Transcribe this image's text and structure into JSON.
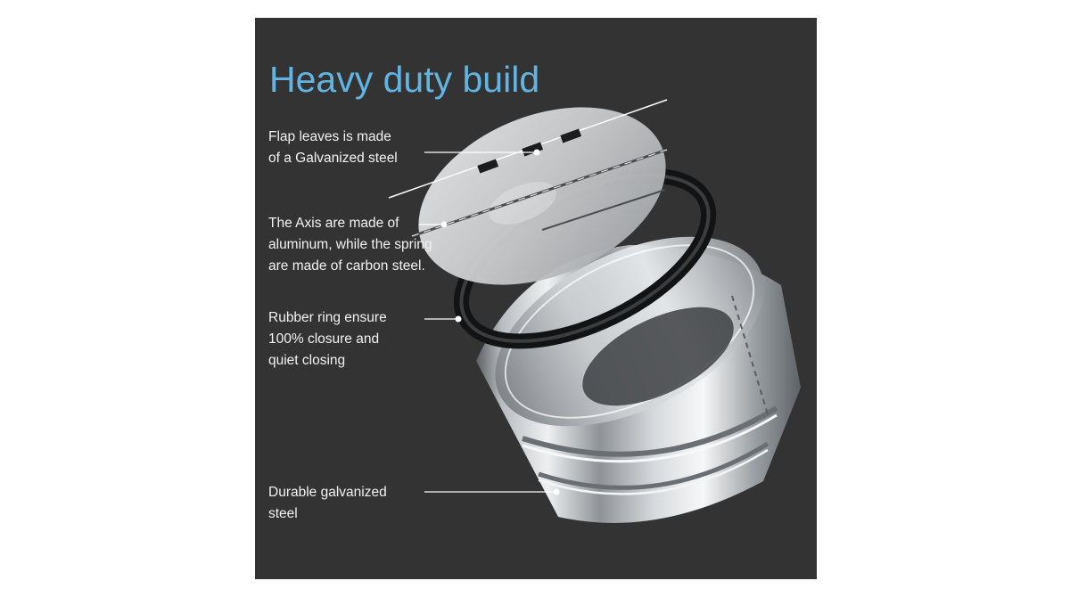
{
  "title": "Heavy duty build",
  "callouts": [
    {
      "lines": [
        "Flap leaves is made",
        "of a Galvanized steel"
      ]
    },
    {
      "lines": [
        "The Axis are made of",
        "aluminum, while the spring",
        "are made of carbon steel."
      ]
    },
    {
      "lines": [
        "Rubber ring ensure",
        "100% closure and",
        "quiet closing"
      ]
    },
    {
      "lines": [
        "Durable galvanized",
        "steel"
      ]
    }
  ],
  "colors": {
    "background": "#333333",
    "title": "#62b5e2",
    "text": "#f2f2f2"
  }
}
